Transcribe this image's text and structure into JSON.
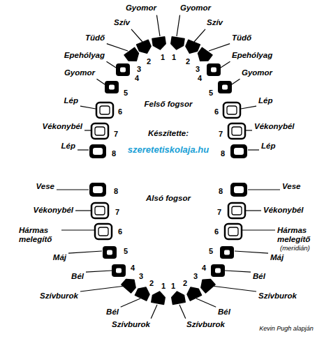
{
  "diagram": {
    "labels": [
      "Gyomor",
      "Szív",
      "Tüdő",
      "Epehólyag",
      "Gyomor",
      "Lép",
      "Vékonybél",
      "Lép",
      "Gyomor",
      "Szív",
      "Tüdő",
      "Epehólyag",
      "Gyomor",
      "Lép",
      "Vékonybél",
      "Lép",
      "1",
      "2",
      "3",
      "4",
      "5",
      "6",
      "7",
      "8",
      "1",
      "2",
      "3",
      "4",
      "5",
      "6",
      "7",
      "8",
      "Felső fogsor",
      "Készítette:",
      "szeretetiskolaja.hu",
      "Alsó fogsor",
      "Vese",
      "Vékonybél",
      "Hármas melegítő",
      "Máj",
      "Bél",
      "Szívburok",
      "Bél",
      "Szívburok",
      "Vese",
      "Vékonybél",
      "Hármas melegítő",
      "(meridián)",
      "Máj",
      "Bél",
      "Szívburok",
      "Bél",
      "Szívburok",
      "8",
      "7",
      "6",
      "5",
      "4",
      "3",
      "2",
      "1",
      "8",
      "7",
      "6",
      "5",
      "4",
      "3",
      "2",
      "1",
      "Kevin Pugh alapján"
    ]
  }
}
